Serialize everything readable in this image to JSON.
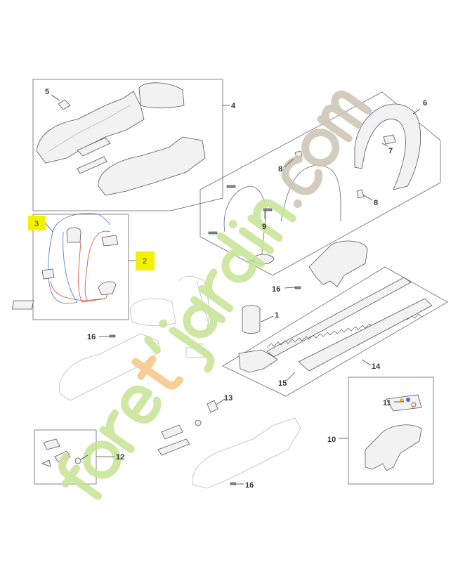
{
  "diagram": {
    "callouts": {
      "c1": "1",
      "c2": "2",
      "c3": "3",
      "c4": "4",
      "c5": "5",
      "c6": "6",
      "c7": "7",
      "c8a": "8",
      "c8b": "8",
      "c9": "9",
      "c10": "10",
      "c11": "11",
      "c12": "12",
      "c13": "13",
      "c14": "14",
      "c15": "15",
      "c16a": "16",
      "c16b": "16",
      "c16c": "16"
    },
    "highlight_color": "#f2f200",
    "wire_colors": {
      "blue": "#5a7fd6",
      "red": "#d65a4a"
    }
  },
  "watermark": {
    "text": "foret'jardin.com",
    "colors": {
      "green": "#c9e59a",
      "orange": "#f7c98a",
      "gray": "#cfc6b8"
    }
  }
}
